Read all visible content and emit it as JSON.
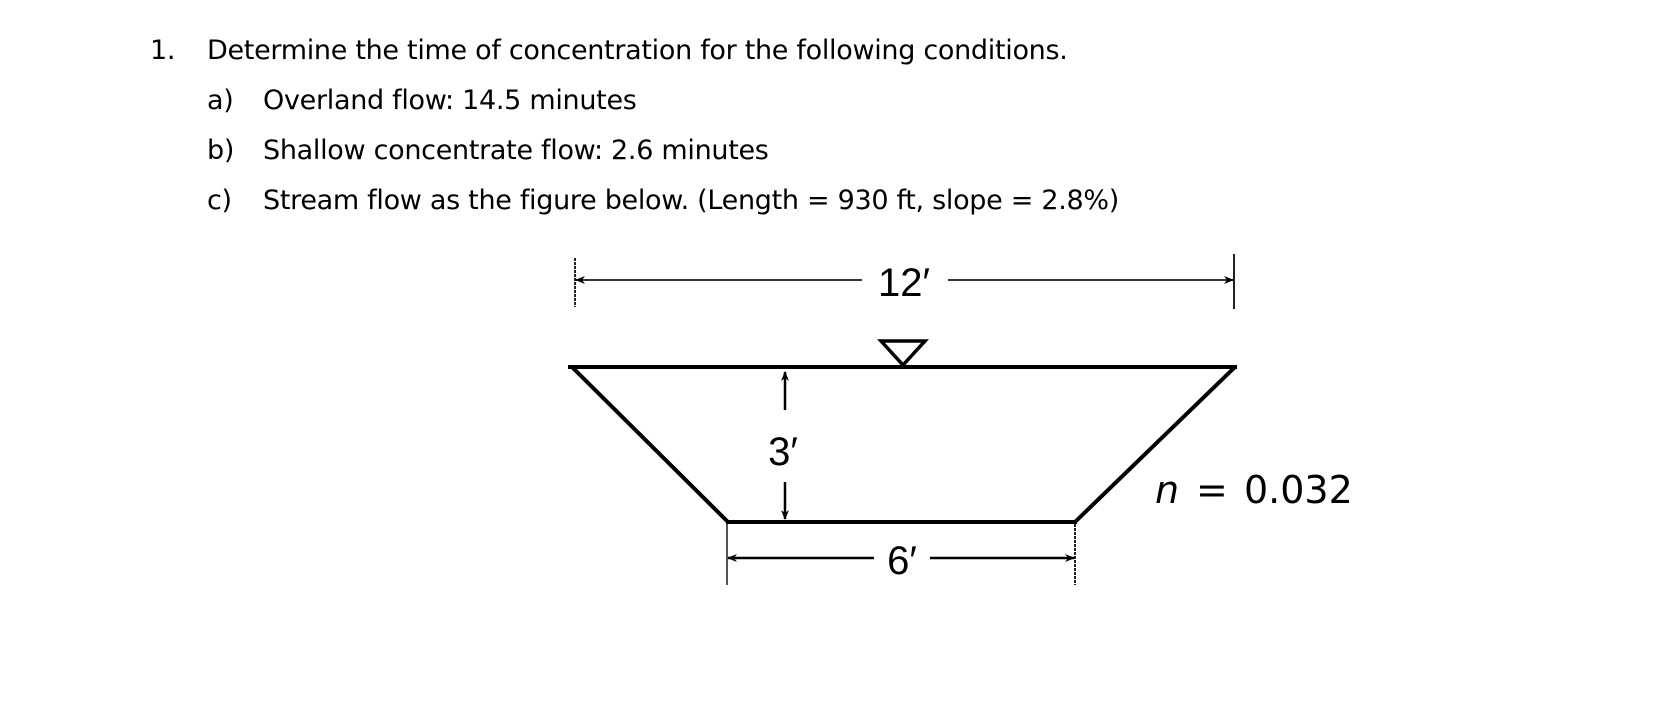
{
  "question": {
    "number": "1.",
    "prompt": "Determine the time of concentration for the following conditions.",
    "parts": [
      {
        "label": "a)",
        "text": "Overland flow: 14.5 minutes"
      },
      {
        "label": "b)",
        "text": "Shallow concentrate flow: 2.6 minutes"
      },
      {
        "label": "c)",
        "text": "Stream flow as the figure below. (Length = 930 ft, slope = 2.8%)"
      }
    ]
  },
  "figure": {
    "type": "trapezoidal-channel-cross-section",
    "top_width_label": "12′",
    "depth_label": "3′",
    "bottom_width_label": "6′",
    "manning_label": "n",
    "manning_equals": "=",
    "manning_value": "0.032",
    "water_surface_symbol": "inverted-triangle",
    "line_color": "#000000"
  }
}
